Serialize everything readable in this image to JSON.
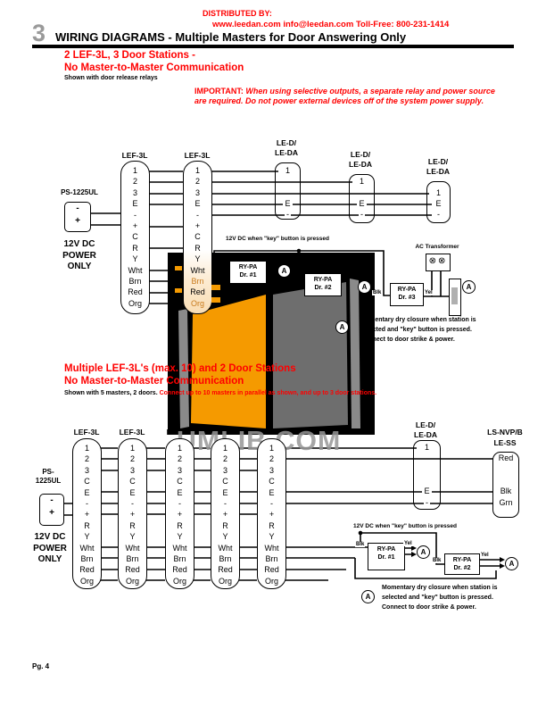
{
  "header": {
    "distributed_by": "DISTRIBUTED BY:",
    "distributor_info": "www.leedan.com   info@leedan.com   Toll-Free: 800-231-1414",
    "chapter_number": "3",
    "title": "WIRING DIAGRAMS  - Multiple Masters for Door Answering Only"
  },
  "section1": {
    "heading_line1": "2 LEF-3L, 3 Door Stations -",
    "heading_line2": "No Master-to-Master Communication",
    "subheading": "Shown with door release relays",
    "important_label": "IMPORTANT:",
    "important_text": "When using selective outputs, a separate relay and power source are required. Do not power external devices off of the system power supply."
  },
  "diagram1": {
    "power_supply": {
      "label": "PS-1225UL",
      "terminal_minus": "-",
      "terminal_plus": "+",
      "caption_line1": "12V DC",
      "caption_line2": "POWER",
      "caption_line3": "ONLY"
    },
    "master_label": "LEF-3L",
    "master_terminals": [
      "1",
      "2",
      "3",
      "E",
      "-",
      "+",
      "C",
      "R",
      "Y",
      "Wht",
      "Brn",
      "Red",
      "Org"
    ],
    "door_label_line1": "LE-D/",
    "door_label_line2": "LE-DA",
    "door_terminals": [
      "1",
      "E",
      "-"
    ],
    "key_wire_note": "12V DC when \"key\" button is pressed",
    "relay1_line1": "RY-PA",
    "relay1_line2": "Dr. #1",
    "relay2_line1": "RY-PA",
    "relay2_line2": "Dr. #2",
    "relay3_line1": "RY-PA",
    "relay3_line2": "Dr. #3",
    "transformer_label": "AC Transformer",
    "wire_blk": "Blk",
    "wire_yel": "Yel",
    "marker_letter": "A",
    "note_line1": "Momentary dry closure when station is",
    "note_line2": "selected and \"key\" button is pressed.",
    "note_line3": "Connect to door strike & power."
  },
  "section2": {
    "heading_line1": "Multiple LEF-3L's (max. 10) and 2 Door Stations",
    "heading_line2": "No Master-to-Master Communication",
    "subheading_black": "Shown with 5 masters, 2 doors.",
    "subheading_red": "Connect up to 10 masters in parallel as shown, and up to 3 door stations."
  },
  "diagram2": {
    "power_supply": {
      "label_line1": "PS-",
      "label_line2": "1225UL",
      "terminal_minus": "-",
      "terminal_plus": "+",
      "caption_line1": "12V DC",
      "caption_line2": "POWER",
      "caption_line3": "ONLY"
    },
    "master_label": "LEF-3L",
    "master_terminals": [
      "1",
      "2",
      "3",
      "C",
      "E",
      "-",
      "+",
      "R",
      "Y",
      "Wht",
      "Brn",
      "Red",
      "Org"
    ],
    "door_label_line1": "LE-D/",
    "door_label_line2": "LE-DA",
    "door_terminals": [
      "1",
      "E",
      "-"
    ],
    "speaker_label_line1": "LS-NVP/B",
    "speaker_label_line2": "LE-SS",
    "speaker_terminals": [
      "Red",
      "Blk",
      "Grn"
    ],
    "key_wire_note": "12V DC when \"key\" button is pressed",
    "relay1_line1": "RY-PA",
    "relay1_line2": "Dr. #1",
    "relay2_line1": "RY-PA",
    "relay2_line2": "Dr. #2",
    "wire_blk": "Blk",
    "wire_yel": "Yel",
    "marker_letter": "A",
    "note_line1": "Momentary dry closure when station is",
    "note_line2": "selected and \"key\" button is pressed.",
    "note_line3": "Connect to door strike & power."
  },
  "watermark": "UMLIB.COM",
  "footer": "Pg. 4",
  "colors": {
    "accent_red": "#ff0000",
    "watermark_orange": "#f59a00",
    "watermark_gray": "#6e6e6e",
    "chapter_gray": "#9a9a9a"
  }
}
